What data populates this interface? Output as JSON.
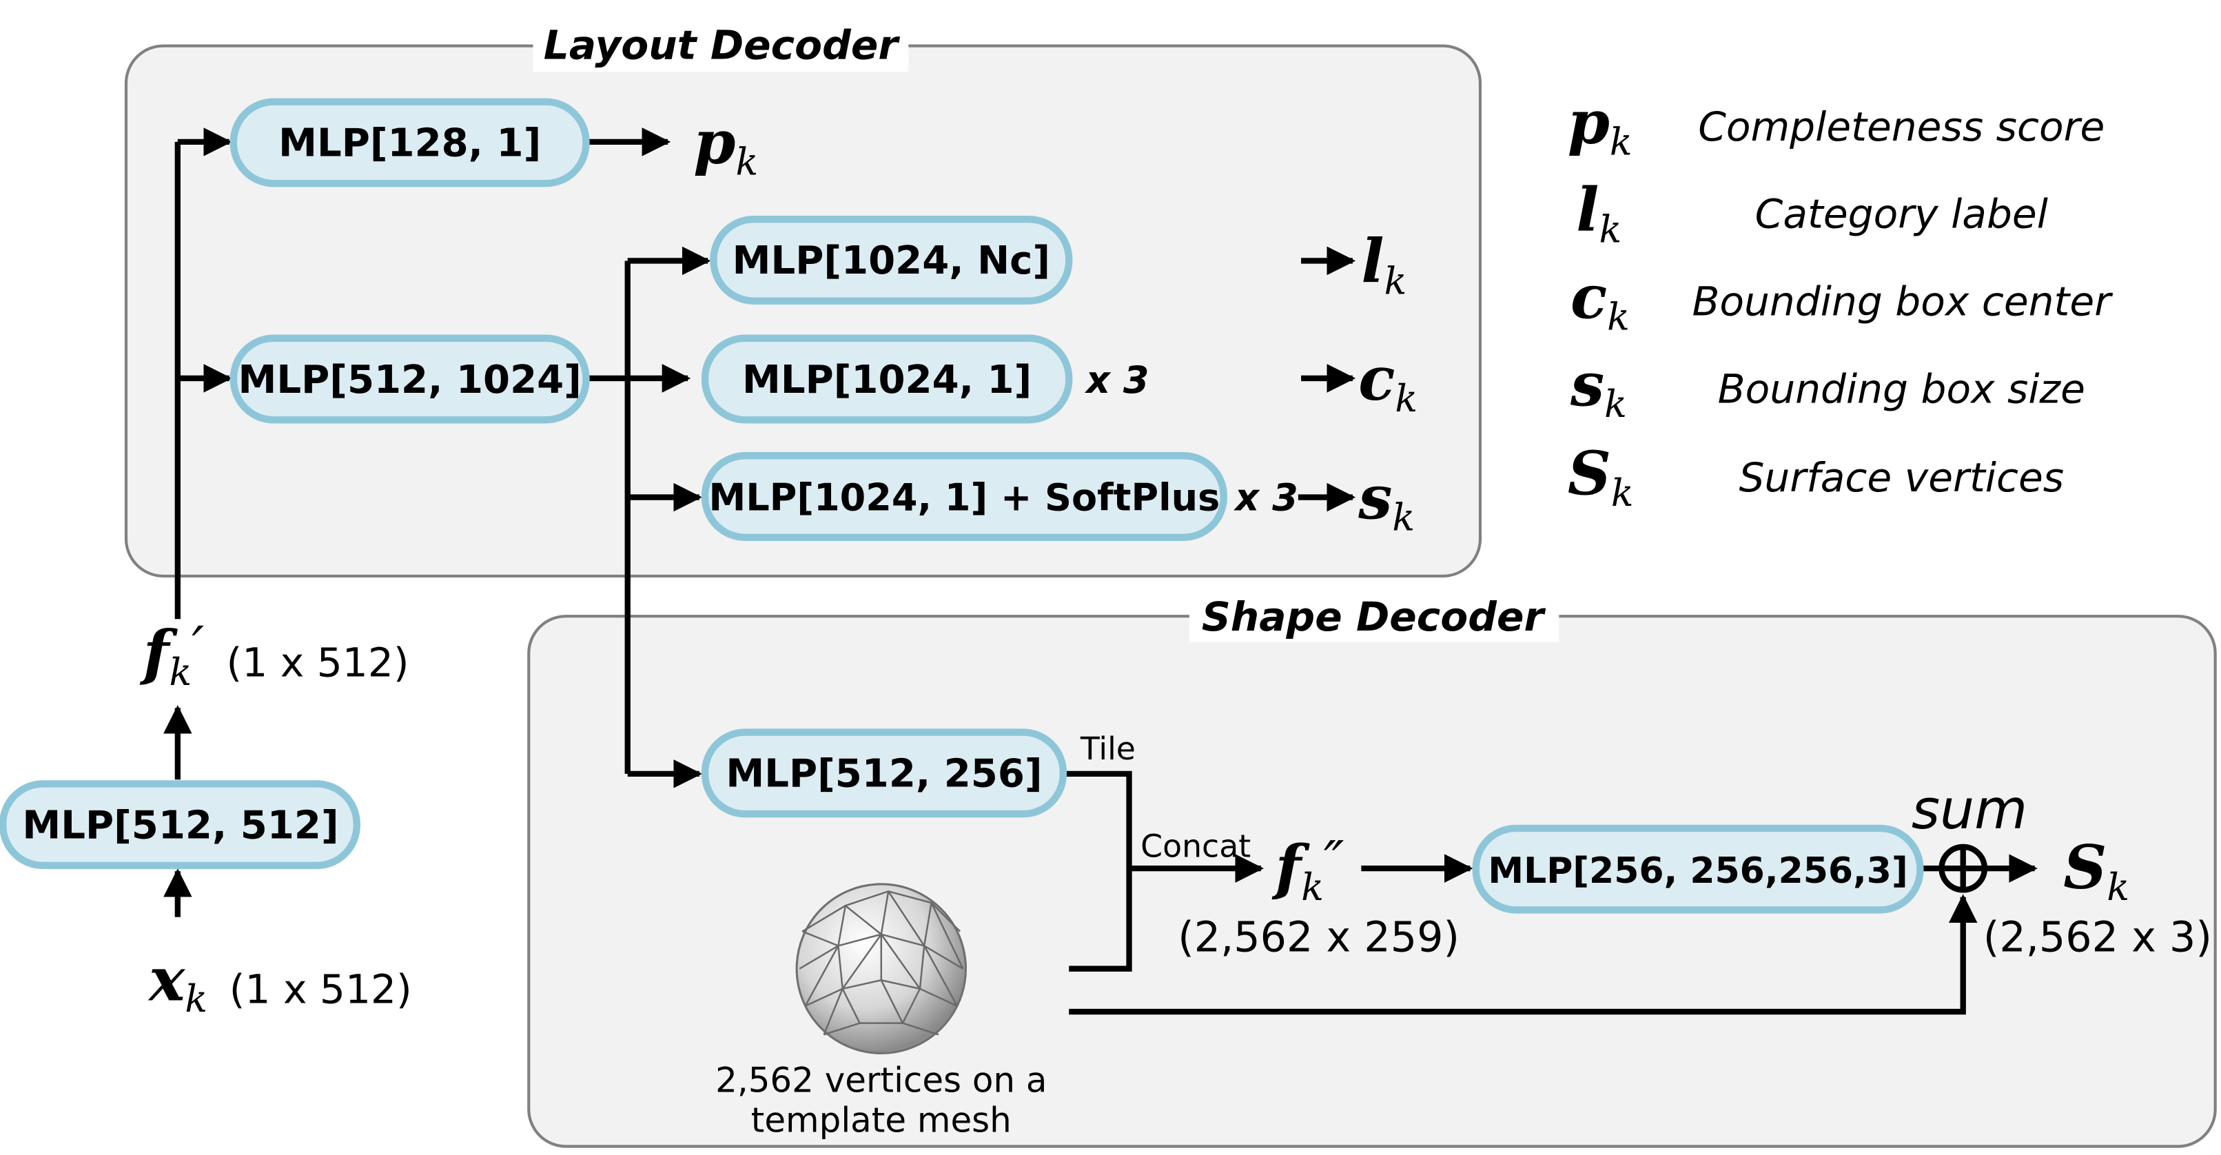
{
  "layout_decoder": {
    "title": "Layout Decoder",
    "mlp_pk": "MLP[128, 1]",
    "mlp_shared": "MLP[512, 1024]",
    "mlp_l": "MLP[1024, Nc]",
    "mlp_c": "MLP[1024, 1]",
    "mlp_s": "MLP[1024, 1] + SoftPlus",
    "repeat_c": "x 3",
    "repeat_s": "x 3"
  },
  "shape_decoder": {
    "title": "Shape Decoder",
    "mlp_shape": "MLP[512, 256]",
    "mlp_final": "MLP[256, 256,256,3]",
    "tile_label": "Tile",
    "concat_label": "Concat",
    "sum_label": "sum",
    "fk2_dims": "(2,562 x 259)",
    "sk_dims": "(2,562 x 3)",
    "mesh_caption_line1": "2,562 vertices on a",
    "mesh_caption_line2": "template mesh"
  },
  "input": {
    "mlp_input": "MLP[512, 512]",
    "fk_prime_dims": "(1 x 512)",
    "xk_dims": "(1 x 512)"
  },
  "symbols": {
    "f": "f",
    "f_prime_mark": "′",
    "f_dprime_mark": "″",
    "x": "x",
    "p": "p",
    "l": "l",
    "c": "c",
    "s": "s",
    "S": "S",
    "MLP": "MLP",
    "sub_k": "k"
  },
  "legend": [
    {
      "symbol": "p",
      "desc": "Completeness score"
    },
    {
      "symbol": "l",
      "desc": "Category label"
    },
    {
      "symbol": "c",
      "desc": "Bounding box center"
    },
    {
      "symbol": "s",
      "desc": "Bounding box size"
    },
    {
      "symbol": "S",
      "desc": "Surface vertices"
    }
  ],
  "colors": {
    "box_fill": "#dcecf3",
    "box_stroke": "#8ec6d9",
    "panel_fill": "#f2f2f2",
    "panel_stroke": "#808080",
    "line": "#000000"
  }
}
